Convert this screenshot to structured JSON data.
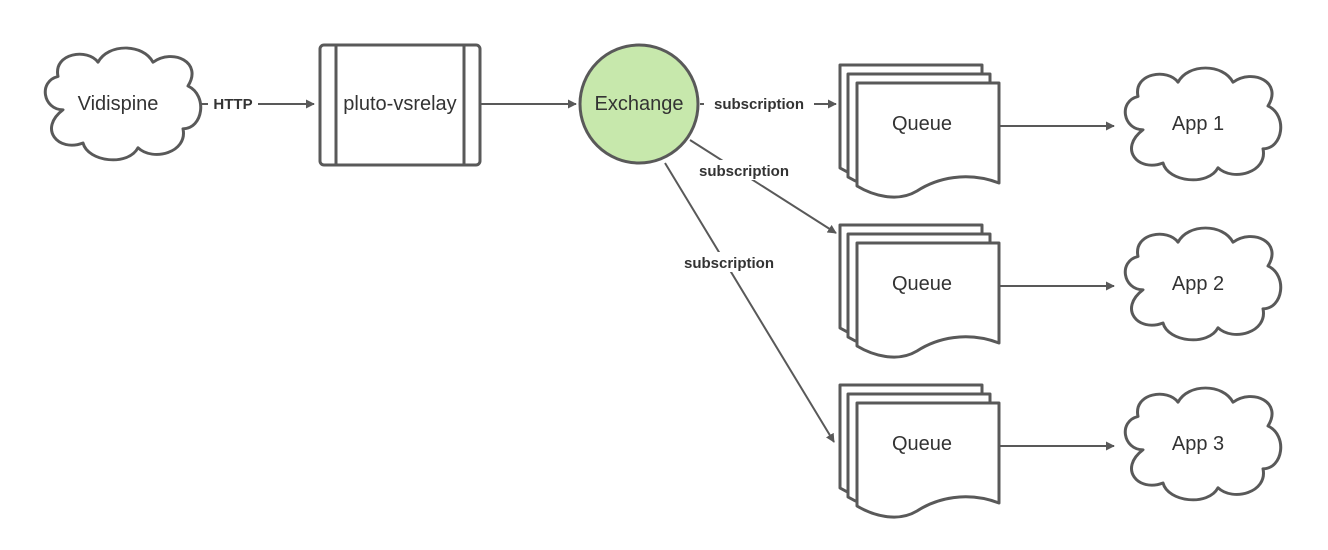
{
  "colors": {
    "stroke": "#595959",
    "text": "#333333",
    "exchange_fill": "#c7e8ac",
    "background": "#ffffff"
  },
  "nodes": {
    "vidispine": "Vidispine",
    "relay": "pluto-vsrelay",
    "exchange": "Exchange",
    "queue1": "Queue",
    "queue2": "Queue",
    "queue3": "Queue",
    "app1": "App 1",
    "app2": "App 2",
    "app3": "App 3"
  },
  "edges": {
    "http": "HTTP",
    "sub1": "subscription",
    "sub2": "subscription",
    "sub3": "subscription"
  }
}
